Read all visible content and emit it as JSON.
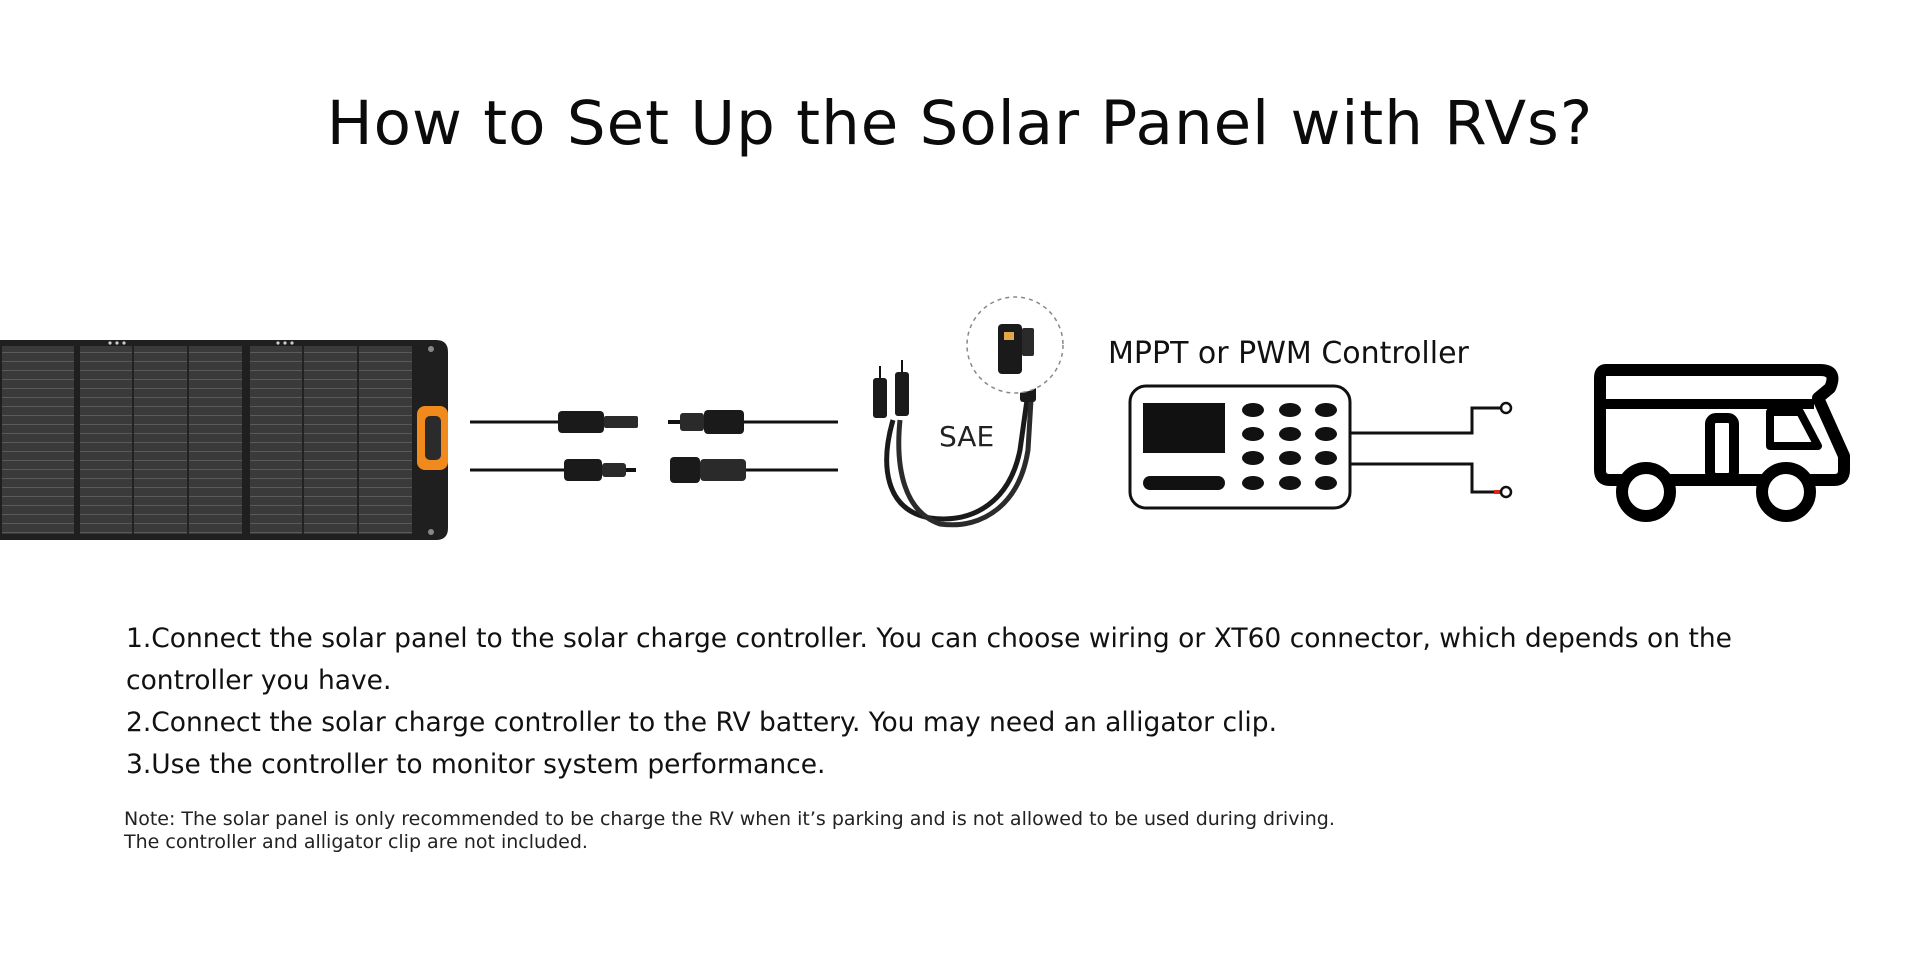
{
  "page": {
    "title": "How to Set Up the Solar Panel with RVs?"
  },
  "diagram": {
    "labels": {
      "sae": "SAE",
      "controller": "MPPT or PWM Controller"
    },
    "icons": [
      "solar-panel",
      "mc4-connectors",
      "sae-cable",
      "charge-controller",
      "rv"
    ],
    "colors": {
      "panel": "#2b2b2b",
      "handle": "#f08a1c",
      "line": "#111111",
      "terminal_red": "#d9261c"
    }
  },
  "steps": [
    "1.Connect the solar panel to the solar charge controller. You can choose wiring or XT60 connector, which depends on the",
    "controller you have.",
    "2.Connect the solar charge controller to the RV battery. You may need an alligator clip.",
    "3.Use the controller to monitor system performance."
  ],
  "note": [
    "Note: The solar panel is only recommended to be charge the RV when it’s parking and is not allowed to be used during driving.",
    "The controller and alligator clip are not included."
  ]
}
